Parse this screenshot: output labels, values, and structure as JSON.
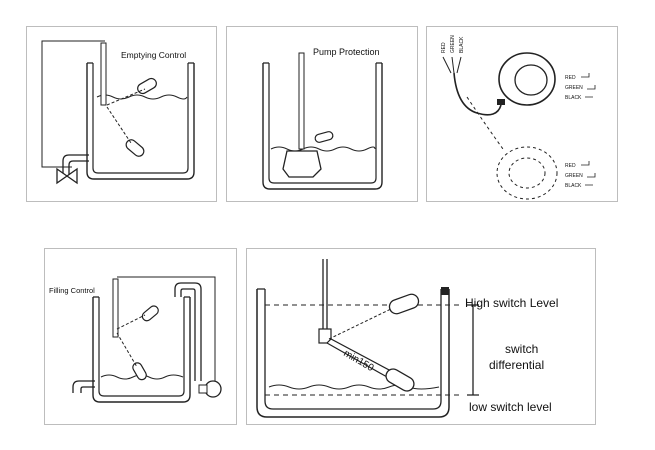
{
  "panels": {
    "emptying": {
      "title": "Emptying Control"
    },
    "pump": {
      "title": "Pump Protection"
    },
    "cable": {
      "wire_labels": [
        "RED",
        "GREEN",
        "BLACK"
      ]
    },
    "filling": {
      "title": "Filling Control"
    },
    "detail": {
      "high_label": "High switch Level",
      "diff_label_1": "switch",
      "diff_label_2": "differential",
      "low_label": "low switch level",
      "min_label": "min150"
    }
  },
  "colors": {
    "line": "#222222",
    "wall": "#d6d6d6",
    "border": "#bdbdbd"
  }
}
